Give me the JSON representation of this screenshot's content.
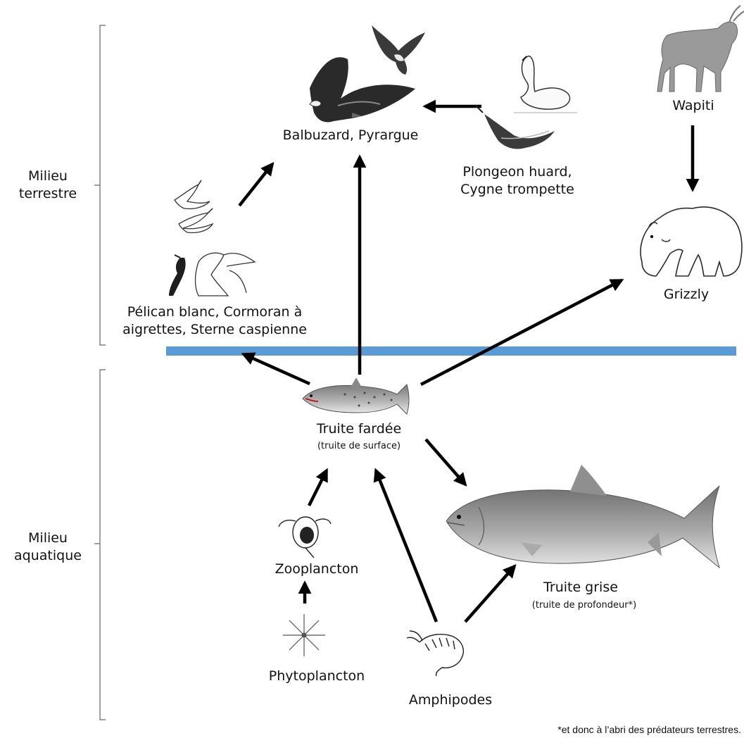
{
  "sections": {
    "terrestrial": [
      "Milieu",
      "terrestre"
    ],
    "aquatic": [
      "Milieu",
      "aquatique"
    ]
  },
  "nodes": {
    "raptors": {
      "label": "Balbuzard, Pyrargue",
      "icon": "eagle-and-osprey-icon"
    },
    "waterbirds": {
      "label": [
        "Plongeon huard,",
        "Cygne trompette"
      ],
      "icon": "swan-and-loon-icon"
    },
    "wapiti": {
      "label": "Wapiti",
      "icon": "elk-icon"
    },
    "grizzly": {
      "label": "Grizzly",
      "icon": "grizzly-bear-icon"
    },
    "seabirds": {
      "label": [
        "Pélican blanc, Cormoran à",
        "aigrettes, Sterne caspienne"
      ],
      "icon": "pelican-cormorant-tern-icon"
    },
    "cutthroat": {
      "label": "Truite fardée",
      "sublabel": "(truite de surface)",
      "icon": "cutthroat-trout-icon"
    },
    "laketrout": {
      "label": "Truite grise",
      "sublabel": "(truite de profondeur*)",
      "icon": "lake-trout-icon"
    },
    "zooplankton": {
      "label": "Zooplancton",
      "icon": "zooplankton-icon"
    },
    "phytoplankton": {
      "label": "Phytoplancton",
      "icon": "phytoplankton-icon"
    },
    "amphipods": {
      "label": "Amphipodes",
      "icon": "amphipod-icon"
    }
  },
  "footnote": "*et donc à l’abri des prédateurs terrestres.",
  "colors": {
    "water_line": "#5b9bd5",
    "arrow": "#000000"
  }
}
